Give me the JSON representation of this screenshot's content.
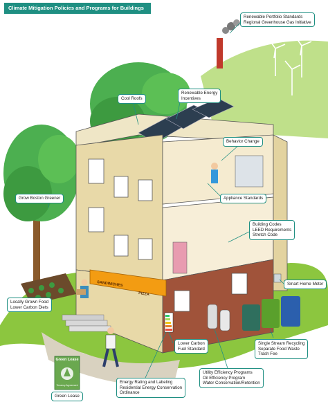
{
  "title": "Climate Mitigation Policies and Programs for Buildings",
  "callouts": {
    "renewable_portfolio": [
      "Renewable Portfolio Standards",
      "Regional Greenhouse Gas Initiative"
    ],
    "cool_roofs": [
      "Cool Roofs"
    ],
    "renewable_incentives": [
      "Renewable Energy",
      "Incentives"
    ],
    "behavior_change": [
      "Behavior Change"
    ],
    "appliance_standards": [
      "Appliance Standards"
    ],
    "grow_boston": [
      "Grow Boston Greener"
    ],
    "building_codes": [
      "Building Codes",
      "LEED Requirements",
      "Stretch Code"
    ],
    "smart_meter": [
      "Smart Home Meter"
    ],
    "local_food": [
      "Locally Grown Food",
      "Lower Carbon Diets"
    ],
    "lower_carbon_fuel": [
      "Lower Carbon",
      "Fuel Standard"
    ],
    "recycling": [
      "Single Stream Recycling",
      "Separate Food Waste",
      "Trash Fee"
    ],
    "utility_programs": [
      "Utility Efficiency Programs",
      "Oil Efficiency Program",
      "Water Conservation/Retention"
    ],
    "energy_rating": [
      "Energy Rating and Labeling",
      "Residential Energy Conservation",
      "Ordinance"
    ],
    "green_lease": [
      "Green Lease"
    ]
  },
  "signs": {
    "sandwiches": "SANDWICHES",
    "pizza": "PIZZA"
  },
  "green_lease_doc": {
    "title": "Green Lease",
    "subtitle": "Tenancy Agreement"
  },
  "colors": {
    "accent": "#1f8f82",
    "grass": "#8cc63f",
    "brick": "#a0533a",
    "siding": "#e8d9a8",
    "awning": "#f39c12"
  }
}
